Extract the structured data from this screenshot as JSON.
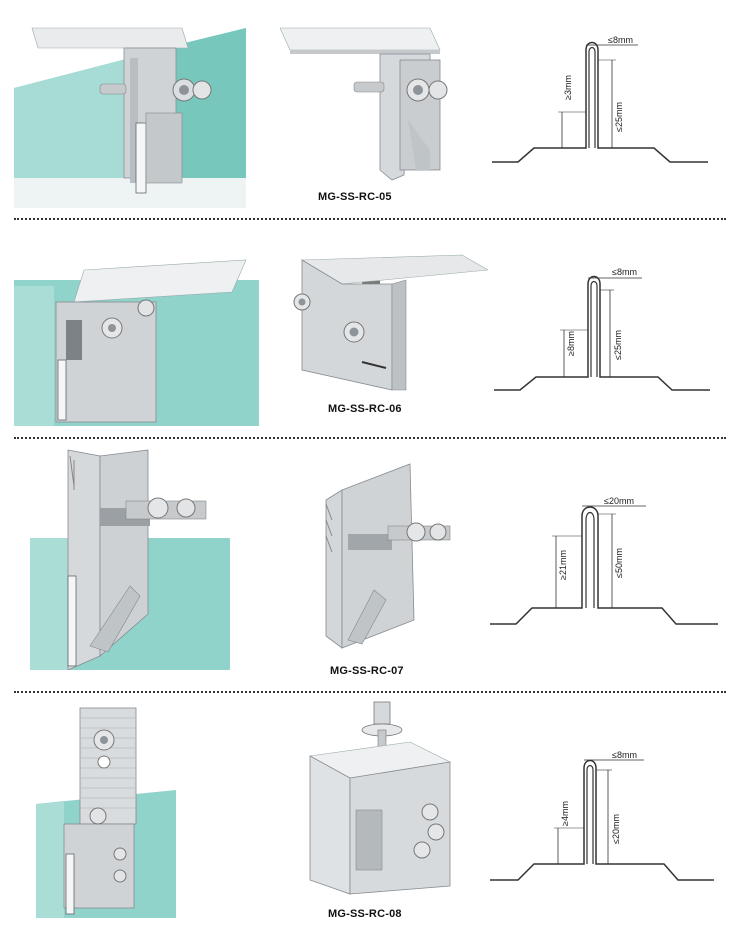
{
  "rows": [
    {
      "model": "MG-SS-RC-05",
      "dims": {
        "width": "≤8mm",
        "min_height": "≥3mm",
        "max_height": "≤25mm"
      }
    },
    {
      "model": "MG-SS-RC-06",
      "dims": {
        "width": "≤8mm",
        "min_height": "≥8mm",
        "max_height": "≤25mm"
      }
    },
    {
      "model": "MG-SS-RC-07",
      "dims": {
        "width": "≤20mm",
        "min_height": "≥21mm",
        "max_height": "≤50mm"
      }
    },
    {
      "model": "MG-SS-RC-08",
      "dims": {
        "width": "≤8mm",
        "min_height": "≥4mm",
        "max_height": "≤20mm"
      }
    }
  ],
  "colors": {
    "roof_panel": "#7ecfc6",
    "clamp_metal": "#d8dcdf",
    "divider": "#333333"
  }
}
